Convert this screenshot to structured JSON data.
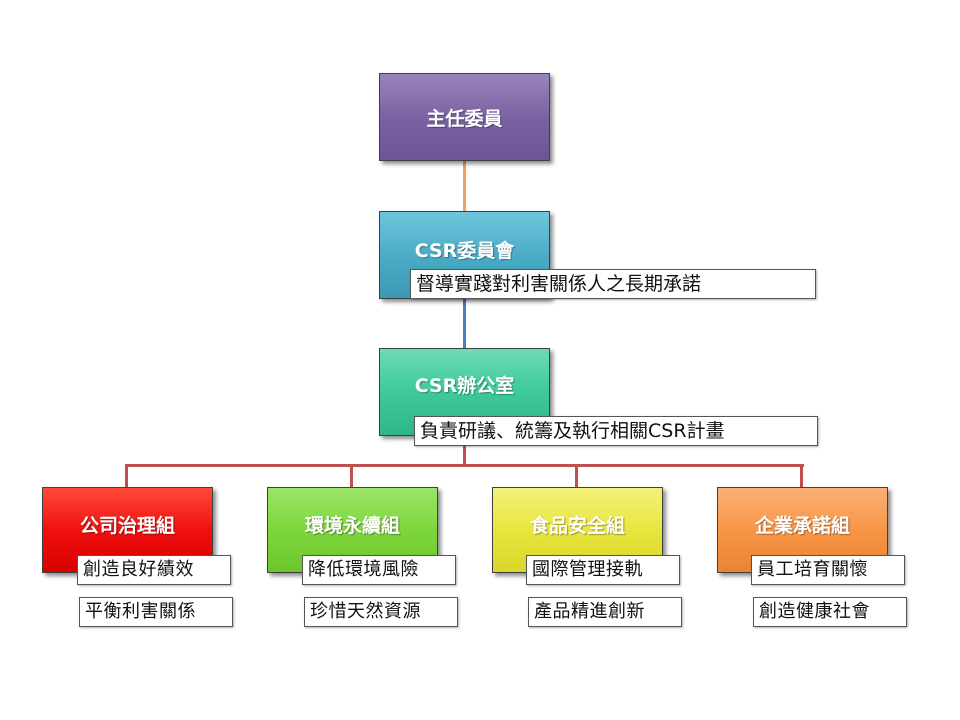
{
  "top": {
    "label": "主任委員"
  },
  "committee": {
    "label": "CSR委員會",
    "note": "督導實踐對利害關係人之長期承諾"
  },
  "office": {
    "label": "CSR辦公室",
    "note": "負責研議、統籌及執行相關CSR計畫"
  },
  "groups": [
    {
      "label": "公司治理組",
      "items": [
        "創造良好績效",
        "平衡利害關係"
      ]
    },
    {
      "label": "環境永續組",
      "items": [
        "降低環境風險",
        "珍惜天然資源"
      ]
    },
    {
      "label": "食品安全組",
      "items": [
        "國際管理接軌",
        "產品精進創新"
      ]
    },
    {
      "label": "企業承諾組",
      "items": [
        "員工培育關懷",
        "創造健康社會"
      ]
    }
  ],
  "colors": {
    "top": "#7b63a3",
    "committee": "#4bacc6",
    "office": "#3ec99a",
    "governance": "#f01010",
    "environment": "#7dd63c",
    "food_safety": "#e8e63e",
    "commitment": "#f79646",
    "connector_top": "#f0a060",
    "connector_mid": "#4a7dc4",
    "connector_bottom": "#c0504d"
  }
}
